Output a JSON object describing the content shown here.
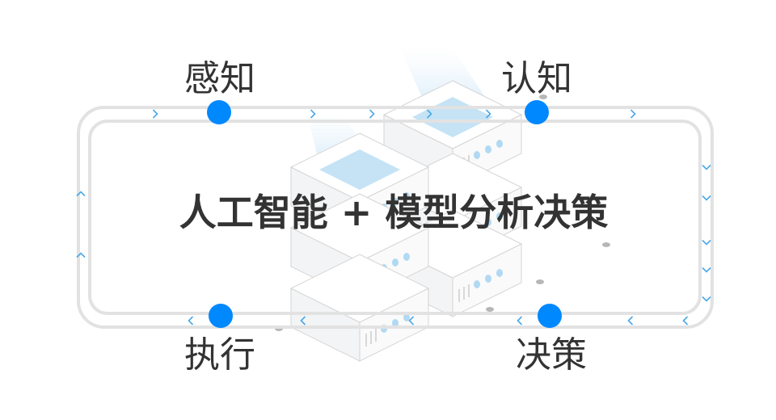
{
  "title": "人工智能 + 模型分析决策",
  "stages": [
    {
      "id": "perception",
      "label": "感知"
    },
    {
      "id": "cognition",
      "label": "认知"
    },
    {
      "id": "execution",
      "label": "执行"
    },
    {
      "id": "decision",
      "label": "决策"
    }
  ],
  "colors": {
    "node": "#0088ff",
    "track": "#e2e2e2",
    "arrow": "#4aa8e8",
    "text": "#333333"
  },
  "icons": [
    "server-stack-illustration",
    "chevron-arrow-icon"
  ]
}
